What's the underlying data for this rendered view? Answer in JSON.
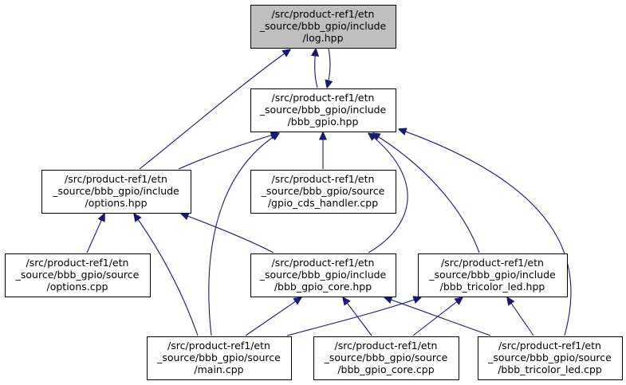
{
  "colors": {
    "edge": "#191970",
    "node_fill": "#ffffff",
    "highlight_fill": "#bfbfbf",
    "node_border": "#000000"
  },
  "nodes": [
    {
      "id": "log_hpp",
      "lines": [
        "/src/product-ref1/etn",
        "_source/bbb_gpio/include",
        "/log.hpp"
      ],
      "highlight": true
    },
    {
      "id": "bbb_gpio_hpp",
      "lines": [
        "/src/product-ref1/etn",
        "_source/bbb_gpio/include",
        "/bbb_gpio.hpp"
      ],
      "highlight": false
    },
    {
      "id": "options_hpp",
      "lines": [
        "/src/product-ref1/etn",
        "_source/bbb_gpio/include",
        "/options.hpp"
      ],
      "highlight": false
    },
    {
      "id": "gpio_cds_handler_cpp",
      "lines": [
        "/src/product-ref1/etn",
        "_source/bbb_gpio/source",
        "/gpio_cds_handler.cpp"
      ],
      "highlight": false
    },
    {
      "id": "options_cpp",
      "lines": [
        "/src/product-ref1/etn",
        "_source/bbb_gpio/source",
        "/options.cpp"
      ],
      "highlight": false
    },
    {
      "id": "bbb_gpio_core_hpp",
      "lines": [
        "/src/product-ref1/etn",
        "_source/bbb_gpio/include",
        "/bbb_gpio_core.hpp"
      ],
      "highlight": false
    },
    {
      "id": "bbb_tricolor_led_hpp",
      "lines": [
        "/src/product-ref1/etn",
        "_source/bbb_gpio/include",
        "/bbb_tricolor_led.hpp"
      ],
      "highlight": false
    },
    {
      "id": "main_cpp",
      "lines": [
        "/src/product-ref1/etn",
        "_source/bbb_gpio/source",
        "/main.cpp"
      ],
      "highlight": false
    },
    {
      "id": "bbb_gpio_core_cpp",
      "lines": [
        "/src/product-ref1/etn",
        "_source/bbb_gpio/source",
        "/bbb_gpio_core.cpp"
      ],
      "highlight": false
    },
    {
      "id": "bbb_tricolor_led_cpp",
      "lines": [
        "/src/product-ref1/etn",
        "_source/bbb_gpio/source",
        "/bbb_tricolor_led.cpp"
      ],
      "highlight": false
    }
  ],
  "edges": [
    {
      "from": "bbb_gpio_hpp",
      "to": "log_hpp"
    },
    {
      "from": "log_hpp",
      "to": "bbb_gpio_hpp"
    },
    {
      "from": "options_hpp",
      "to": "log_hpp"
    },
    {
      "from": "options_hpp",
      "to": "bbb_gpio_hpp"
    },
    {
      "from": "gpio_cds_handler_cpp",
      "to": "bbb_gpio_hpp"
    },
    {
      "from": "main_cpp",
      "to": "bbb_gpio_hpp"
    },
    {
      "from": "bbb_gpio_core_hpp",
      "to": "bbb_gpio_hpp"
    },
    {
      "from": "bbb_tricolor_led_hpp",
      "to": "bbb_gpio_hpp"
    },
    {
      "from": "bbb_tricolor_led_cpp",
      "to": "bbb_gpio_hpp"
    },
    {
      "from": "options_cpp",
      "to": "options_hpp"
    },
    {
      "from": "main_cpp",
      "to": "options_hpp"
    },
    {
      "from": "bbb_gpio_core_hpp",
      "to": "options_hpp"
    },
    {
      "from": "main_cpp",
      "to": "bbb_gpio_core_hpp"
    },
    {
      "from": "bbb_gpio_core_cpp",
      "to": "bbb_gpio_core_hpp"
    },
    {
      "from": "bbb_tricolor_led_cpp",
      "to": "bbb_gpio_core_hpp"
    },
    {
      "from": "main_cpp",
      "to": "bbb_tricolor_led_hpp"
    },
    {
      "from": "bbb_gpio_core_cpp",
      "to": "bbb_tricolor_led_hpp"
    },
    {
      "from": "bbb_tricolor_led_cpp",
      "to": "bbb_tricolor_led_hpp"
    }
  ]
}
